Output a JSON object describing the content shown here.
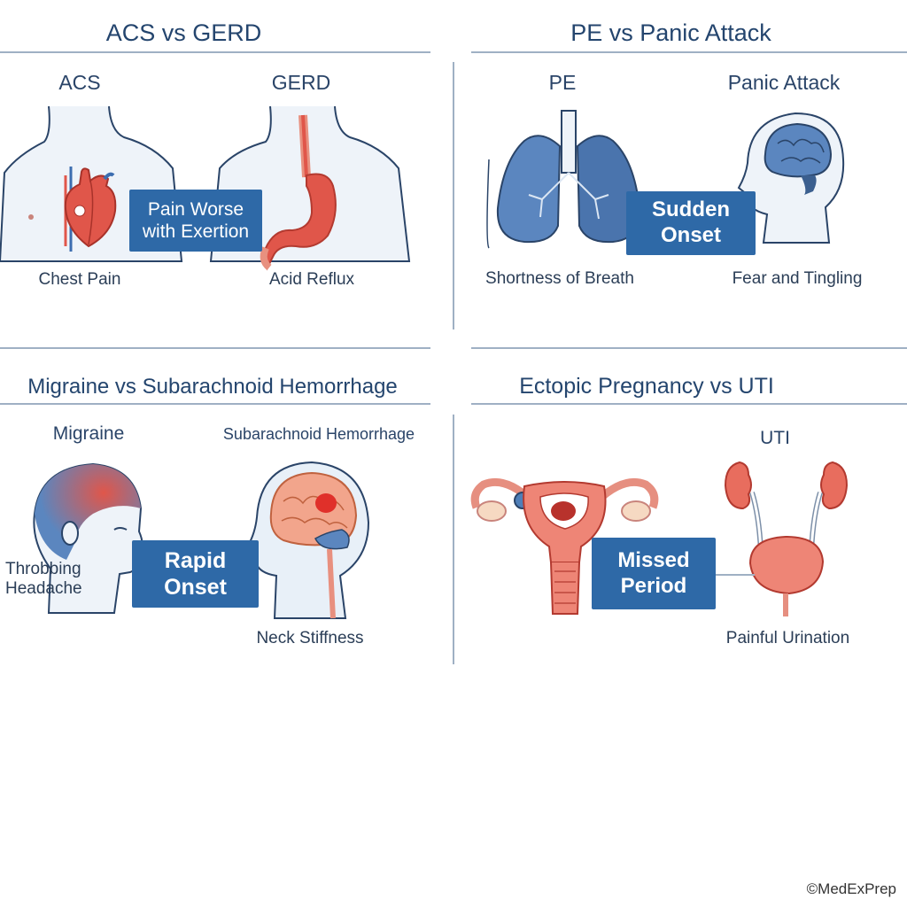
{
  "panels": {
    "acs_gerd": {
      "title": "ACS vs GERD",
      "left_label": "ACS",
      "right_label": "GERD",
      "badge": "Pain Worse\nwith Exertion",
      "left_caption": "Chest Pain",
      "right_caption": "Acid Reflux",
      "icons": [
        "heart-icon",
        "stomach-icon"
      ]
    },
    "pe_panic": {
      "title": "PE vs Panic Attack",
      "left_label": "PE",
      "right_label": "Panic Attack",
      "badge": "Sudden\nOnset",
      "left_caption": "Shortness of Breath",
      "right_caption": "Fear and Tingling",
      "icons": [
        "lungs-icon",
        "brain-head-icon"
      ]
    },
    "migraine_sah": {
      "title": "Migraine vs Subarachnoid Hemorrhage",
      "left_label": "Migraine",
      "right_label": "Subarachnoid Hemorrhage",
      "badge": "Rapid\nOnset",
      "left_caption": "Throbbing\nHeadache",
      "right_caption": "Neck Stiffness",
      "icons": [
        "head-pain-icon",
        "brain-bleed-icon"
      ]
    },
    "ectopic_uti": {
      "title": "Ectopic Pregnancy vs UTI",
      "right_label": "UTI",
      "badge": "Missed\nPeriod",
      "right_caption": "Painful Urination",
      "icons": [
        "uterus-icon",
        "urinary-tract-icon"
      ]
    }
  },
  "colors": {
    "badge": "#2e69a7",
    "title": "#24456e",
    "outline": "#2a4468",
    "organ_red": "#e0564a",
    "organ_blue": "#4f7fb8",
    "skin": "#eef3f9"
  },
  "footer": {
    "copyright": "©MedExPrep"
  }
}
